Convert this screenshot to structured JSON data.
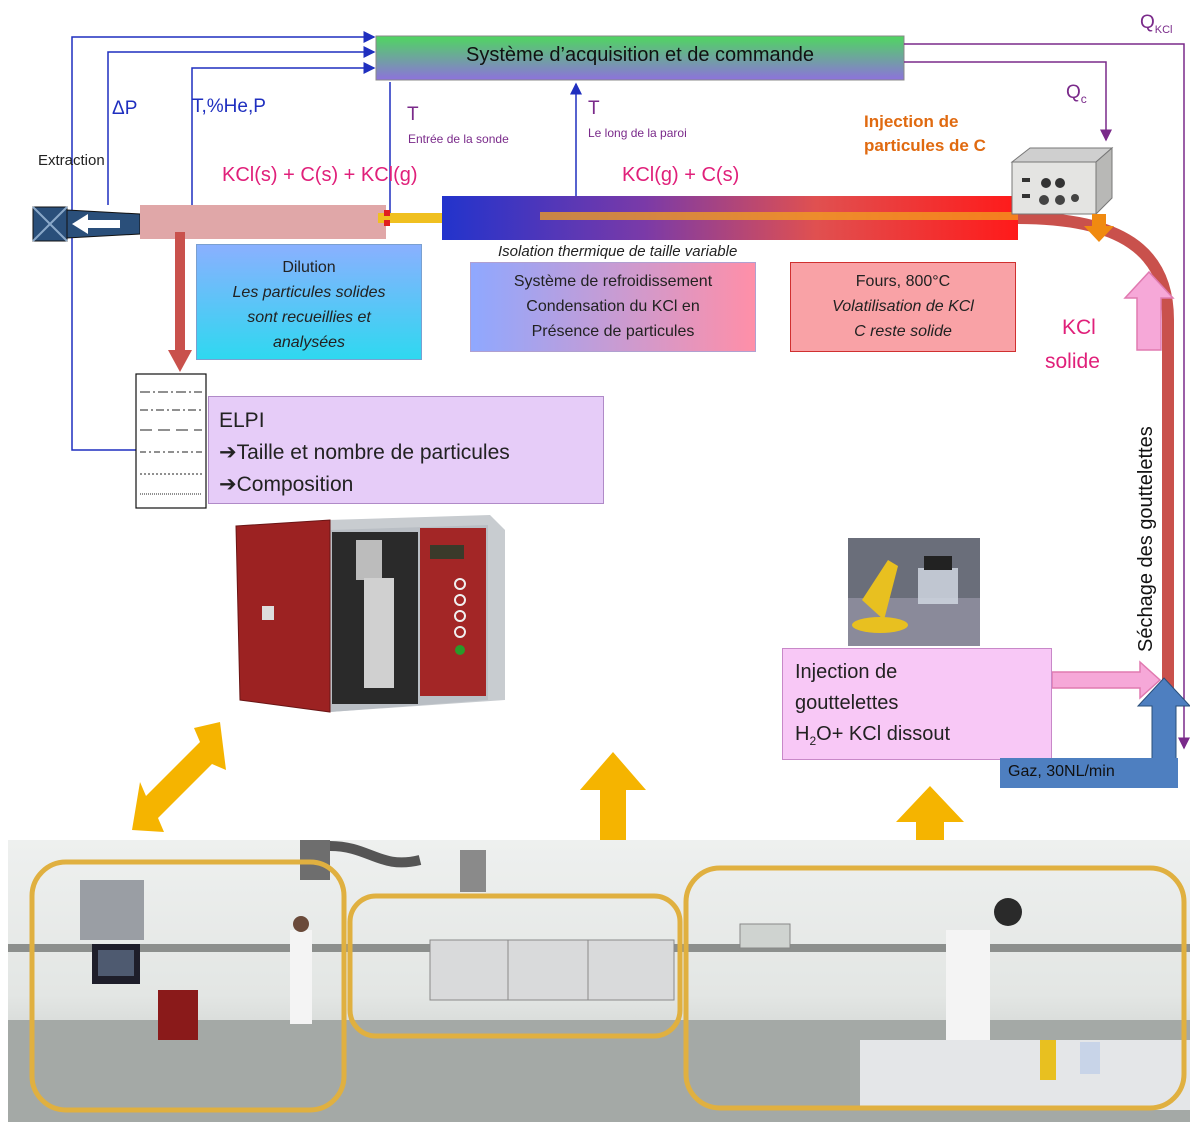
{
  "acquisition": {
    "title": "Système d’acquisition et de commande"
  },
  "labels": {
    "delta_p": "ΔP",
    "t_he_p": "T,%He,P",
    "extraction": "Extraction",
    "t_inlet": "T",
    "t_inlet_sub": "Entrée de la sonde",
    "t_wall": "T",
    "t_wall_sub": "Le long de la paroi",
    "q_kcl": "Q",
    "q_kcl_sub": "KCl",
    "q_c": "Q",
    "q_c_sub": "c",
    "injection_c": "Injection de particules de C",
    "kcl_mix": "KCl(s) + C(s) + KCl(g)",
    "kcl_gas": "KCl(g) + C(s)",
    "isolation": "Isolation thermique de taille variable",
    "kcl_solide_1": "KCl",
    "kcl_solide_2": "solide",
    "sechage": "Séchage des gouttelettes"
  },
  "dilution": {
    "title": "Dilution",
    "body": "Les particules solides sont recueillies et analysées"
  },
  "cooling": {
    "l1": "Système de refroidissement",
    "l2": "Condensation du KCl en",
    "l3": "Présence de particules"
  },
  "fours": {
    "l1": "Fours, 800°C",
    "l2": "Volatilisation de KCl",
    "l3": "C reste solide"
  },
  "elpi": {
    "title": "ELPI",
    "l1": "Taille et nombre de particules",
    "l2": "Composition"
  },
  "droplets": {
    "l1": "Injection de",
    "l2": "gouttelettes",
    "l3a": "H",
    "l3sub": "2",
    "l3b": "O+ KCl dissout"
  },
  "gas": {
    "label": "Gaz, 30NL/min"
  },
  "colors": {
    "acq_top": "#5bd06a",
    "acq_bottom": "#8a74d8",
    "wire": "#1f2fbf",
    "purple": "#7a2a8a",
    "pink": "#e0207a",
    "orange": "#f5b400",
    "tube_red": "#c9514c",
    "frame": "#e0b040"
  }
}
